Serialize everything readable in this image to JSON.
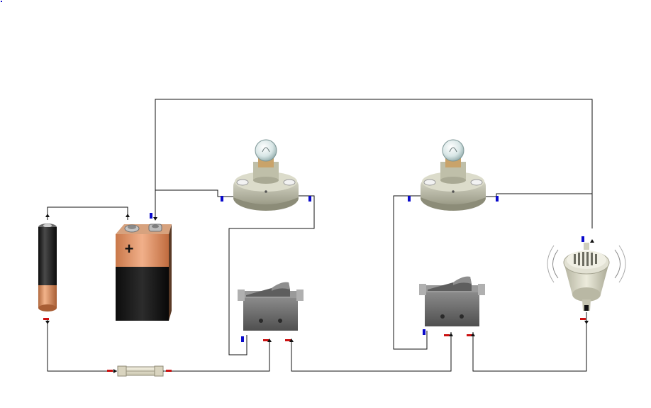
{
  "diagram": {
    "type": "circuit-schematic",
    "background": "#ffffff",
    "colors": {
      "wire": "#111111",
      "terminal_negative": "#0a0acc",
      "terminal_positive": "#cc1111",
      "battery_copper": "#d98c5f",
      "battery_black": "#1a1a1a",
      "switch_body": "#6e6e6e",
      "lamp_base": "#c9c9b5",
      "buzzer_body": "#d9d8c6"
    },
    "components": [
      {
        "id": "aa-battery",
        "icon": "aa-battery-icon"
      },
      {
        "id": "nine-volt-battery",
        "icon": "9v-battery-icon",
        "symbol": "+"
      },
      {
        "id": "lamp-1",
        "icon": "light-bulb-icon"
      },
      {
        "id": "lamp-2",
        "icon": "light-bulb-icon"
      },
      {
        "id": "switch-1",
        "icon": "rocker-switch-icon"
      },
      {
        "id": "switch-2",
        "icon": "rocker-switch-icon"
      },
      {
        "id": "buzzer",
        "icon": "buzzer-icon"
      },
      {
        "id": "fuse",
        "icon": "fuse-icon"
      }
    ]
  }
}
